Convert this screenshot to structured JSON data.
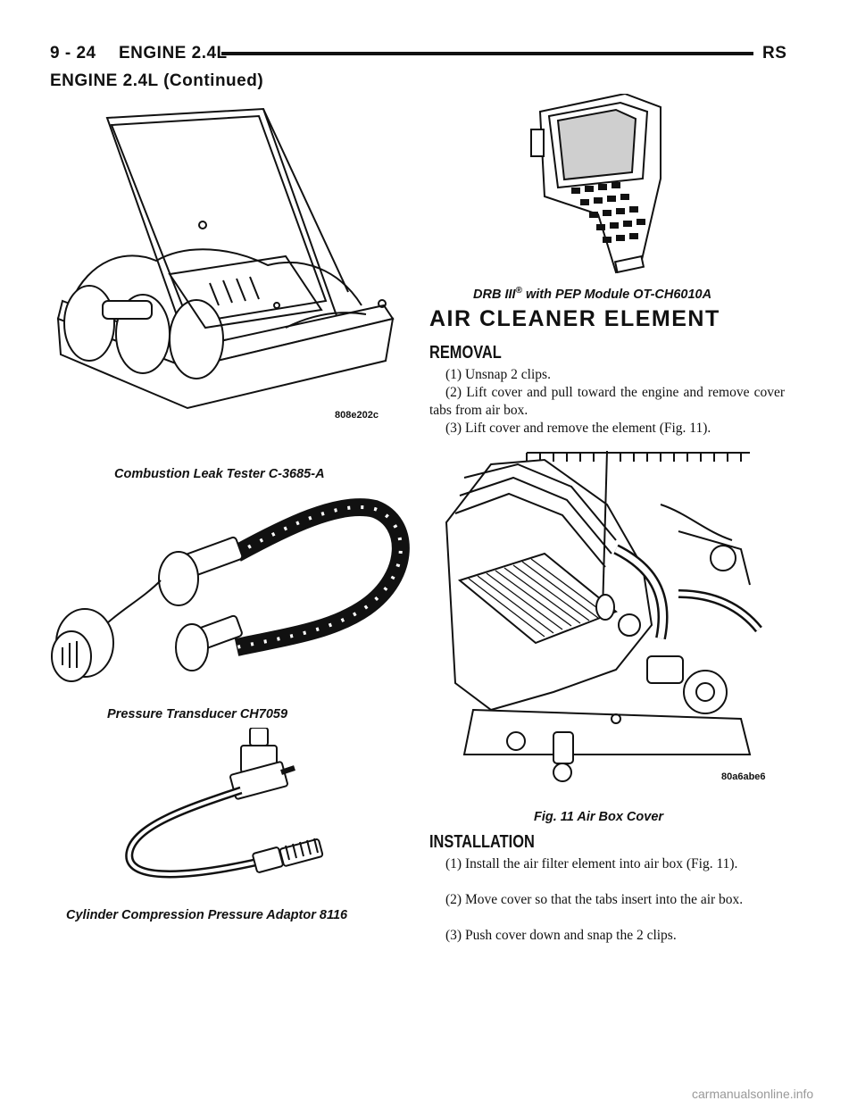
{
  "header": {
    "page_number": "9 - 24",
    "section": "ENGINE 2.4L",
    "model": "RS",
    "continued_title": "ENGINE 2.4L (Continued)"
  },
  "figures": {
    "leak_tester": {
      "caption": "Combustion Leak Tester C-3685-A",
      "code": "808e202c"
    },
    "transducer": {
      "caption": "Pressure Transducer CH7059"
    },
    "adaptor": {
      "caption": "Cylinder Compression Pressure Adaptor 8116"
    },
    "drb": {
      "caption_a": "DRB III",
      "caption_reg": "®",
      "caption_b": "with PEP Module OT-CH6010A"
    },
    "air_box": {
      "caption": "Fig. 11 Air Box Cover",
      "code": "80a6abe6"
    }
  },
  "section_title": "AIR CLEANER ELEMENT",
  "removal": {
    "heading": "REMOVAL",
    "steps": [
      "(1) Unsnap 2 clips.",
      "(2) Lift cover and pull toward the engine and remove cover tabs from air box.",
      "(3) Lift cover and remove the element (Fig. 11)."
    ]
  },
  "installation": {
    "heading": "INSTALLATION",
    "steps": [
      "(1) Install the air filter element into air box (Fig. 11).",
      "(2) Move cover so that the tabs insert into the air box.",
      "(3) Push cover down and snap the 2 clips."
    ]
  },
  "watermark": "carmanualsonline.info"
}
